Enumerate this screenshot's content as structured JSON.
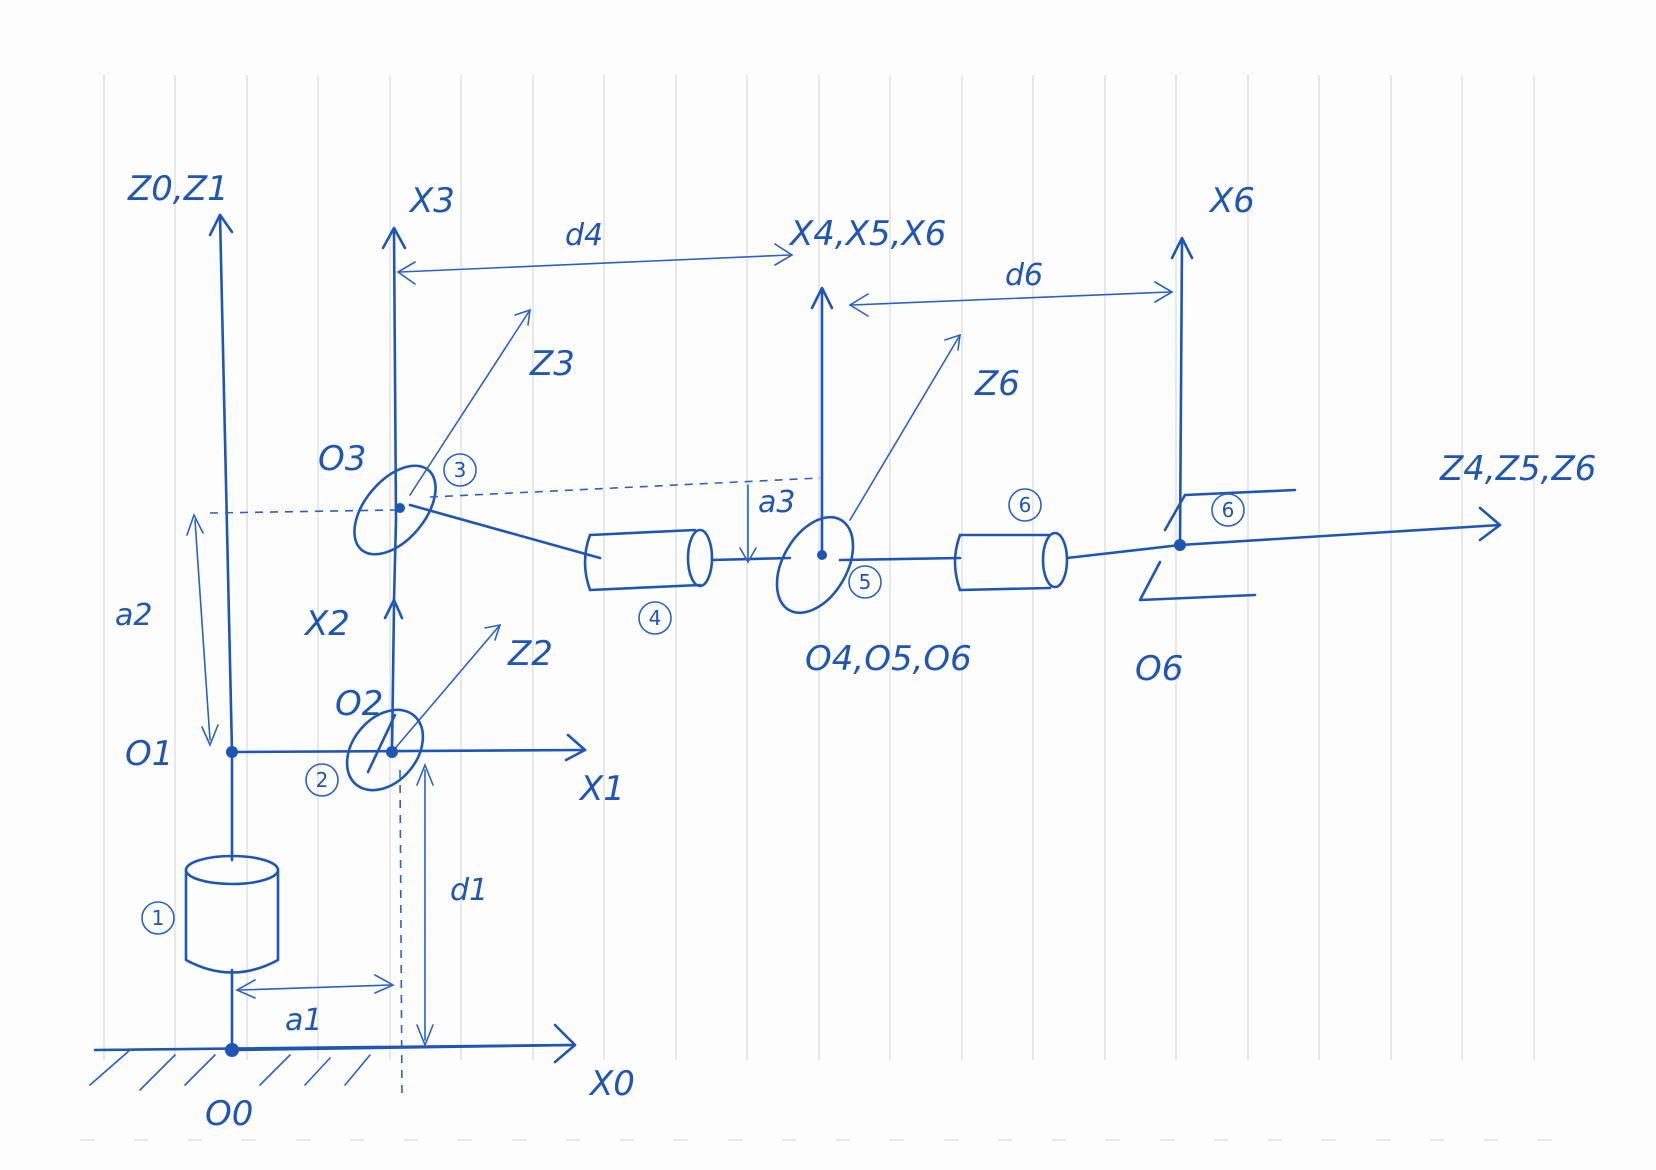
{
  "diagram": {
    "axes": {
      "x0": "X0",
      "z0_z1": "Z0,Z1",
      "x1": "X1",
      "x2": "X2",
      "z2": "Z2",
      "x3": "X3",
      "z3": "Z3",
      "x4_x5_x6": "X4,X5,X6",
      "z6": "Z6",
      "x6": "X6",
      "z4_z5_z6": "Z4,Z5,Z6"
    },
    "origins": {
      "o0": "O0",
      "o1": "O1",
      "o2": "O2",
      "o3": "O3",
      "o4_o5_o6": "O4,O5,O6",
      "o6": "O6"
    },
    "dimensions": {
      "d1": "d1",
      "a1": "a1",
      "a2": "a2",
      "a3": "a3",
      "d4": "d4",
      "d6": "d6"
    },
    "joints": {
      "j1": "1",
      "j2": "2",
      "j3": "3",
      "j4": "4",
      "j5": "5",
      "j6a": "6",
      "j6b": "6"
    }
  }
}
